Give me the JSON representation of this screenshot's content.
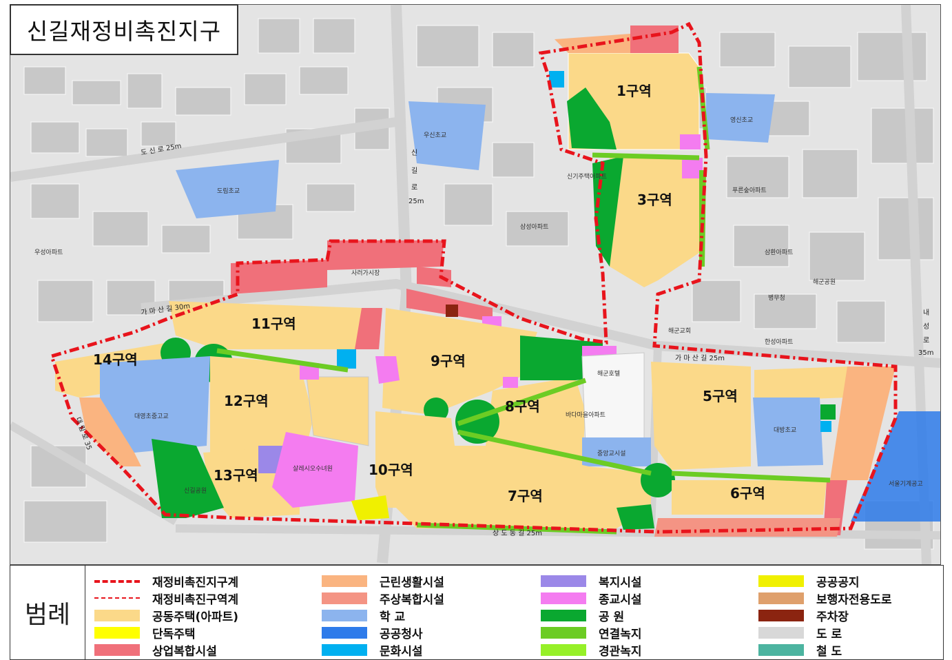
{
  "title": "신길재정비촉진지구",
  "legend_title": "범례",
  "zones": [
    "1구역",
    "3구역",
    "5구역",
    "6구역",
    "7구역",
    "8구역",
    "9구역",
    "10구역",
    "11구역",
    "12구역",
    "13구역",
    "14구역"
  ],
  "map_labels": {
    "roads": [
      "도 신 로 25m",
      "신",
      "길",
      "로",
      "25m",
      "가 마 산 길 30m",
      "가 마 산 길 25m",
      "상 도 동 길 25m",
      "대 림 로 35",
      "내",
      "성",
      "로",
      "35m"
    ],
    "places": [
      "사러가시장",
      "삼성아파트",
      "신기주택아파트",
      "푸른숲아파트",
      "삼환아파트",
      "해군교회",
      "해군호텔",
      "바다마을아파트",
      "중앙교시설",
      "대방초교",
      "서울기계공고",
      "신길공원",
      "대영초중고교",
      "살레시오수녀원",
      "도림초교",
      "우성아파트",
      "영신초교",
      "해군공원",
      "한성아파트",
      "병무청",
      "우신초교"
    ]
  },
  "legend": [
    {
      "label": "재정비촉진지구계",
      "kind": "boundary",
      "color": "#e8141c"
    },
    {
      "label": "재정비촉진구역계",
      "kind": "zone-line",
      "color": "#e8141c"
    },
    {
      "label": "공동주택(아파트)",
      "kind": "fill",
      "color": "#fbd989"
    },
    {
      "label": "단독주택",
      "kind": "fill",
      "color": "#ffff00"
    },
    {
      "label": "상업복합시설",
      "kind": "fill",
      "color": "#f0707a"
    },
    {
      "label": "근린생활시설",
      "kind": "fill",
      "color": "#fab480"
    },
    {
      "label": "주상복합시설",
      "kind": "fill",
      "color": "#f49484"
    },
    {
      "label": "학 교",
      "kind": "fill",
      "color": "#8cb4ee"
    },
    {
      "label": "공공청사",
      "kind": "fill",
      "color": "#2e7bea"
    },
    {
      "label": "문화시설",
      "kind": "fill",
      "color": "#00b0f0"
    },
    {
      "label": "복지시설",
      "kind": "fill",
      "color": "#9b88e8"
    },
    {
      "label": "종교시설",
      "kind": "fill",
      "color": "#f47cf0"
    },
    {
      "label": "공 원",
      "kind": "fill",
      "color": "#0aa830"
    },
    {
      "label": "연결녹지",
      "kind": "fill",
      "color": "#6ccc24"
    },
    {
      "label": "경관녹지",
      "kind": "fill",
      "color": "#96f028"
    },
    {
      "label": "공공공지",
      "kind": "fill",
      "color": "#f0f000"
    },
    {
      "label": "보행자전용도로",
      "kind": "fill",
      "color": "#dfa06c"
    },
    {
      "label": "주차장",
      "kind": "fill",
      "color": "#8b2410"
    },
    {
      "label": "도 로",
      "kind": "fill",
      "color": "#d8d8d8"
    },
    {
      "label": "철 도",
      "kind": "fill",
      "color": "#4cb4a0"
    }
  ]
}
